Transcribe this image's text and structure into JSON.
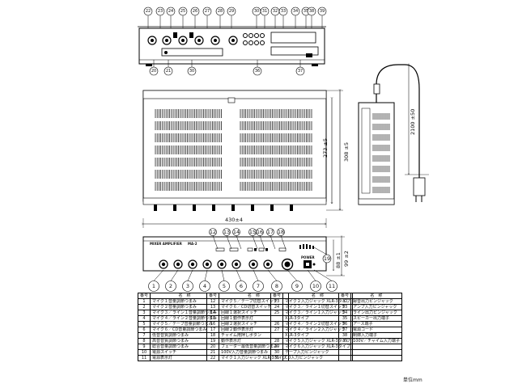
{
  "rear_callouts_top": [
    "22",
    "23",
    "24",
    "25",
    "26",
    "27",
    "28",
    "29",
    "30",
    "31",
    "32",
    "33",
    "34",
    "35",
    "38",
    "39"
  ],
  "rear_callouts_bottom": [
    "20",
    "21",
    "30",
    "36",
    "37"
  ],
  "front_callouts_top": [
    "12",
    "13",
    "14",
    "15",
    "16",
    "17",
    "18"
  ],
  "front_callouts_side": "19",
  "front_callouts_bottom": [
    "1",
    "2",
    "3",
    "4",
    "5",
    "6",
    "7",
    "8",
    "9",
    "10",
    "11"
  ],
  "brand_label": "MIXER AMPLIFIER",
  "model_label": "MA-2",
  "power_label": "POWER",
  "dimensions": {
    "width": "430±4",
    "depth_inner": "273 ±5",
    "depth_outer": "308 ±5",
    "height_inner": "88 ±1",
    "height_outer": "99 ±2",
    "cord_length": "2100 ±50"
  },
  "table_header": {
    "num": "番号",
    "name": "名　称"
  },
  "parts_table_1": [
    {
      "num": "1",
      "name": "マイク１音量調節つまみ"
    },
    {
      "num": "2",
      "name": "マイク２音量調節つまみ"
    },
    {
      "num": "3",
      "name": "マイク３／ライン１音量調節つまみ"
    },
    {
      "num": "4",
      "name": "マイク４／ライン２音量調節つまみ"
    },
    {
      "num": "5",
      "name": "マイク５／テープ音量調節つまみ"
    },
    {
      "num": "6",
      "name": "マイク６／CD音量調節つまみ"
    },
    {
      "num": "7",
      "name": "低音音質調節つまみ"
    },
    {
      "num": "8",
      "name": "高音音質調節つまみ"
    },
    {
      "num": "9",
      "name": "総合音量調節つまみ"
    },
    {
      "num": "10",
      "name": "電源スイッチ"
    },
    {
      "num": "11",
      "name": "電源表示灯"
    }
  ],
  "parts_table_2": [
    {
      "num": "12",
      "name": "マイク５／テープ切替スイッチ"
    },
    {
      "num": "13",
      "name": "マイク６／CD切替スイッチ"
    },
    {
      "num": "14",
      "name": "回線１選択スイッチ"
    },
    {
      "num": "15",
      "name": "回線１動作表示灯"
    },
    {
      "num": "16",
      "name": "回線２選択スイッチ"
    },
    {
      "num": "17",
      "name": "回線２動作表示灯"
    },
    {
      "num": "18",
      "name": "チャイム用押しボタン"
    },
    {
      "num": "19",
      "name": "動作表示灯"
    },
    {
      "num": "20",
      "name": "フェーダー最低音量調節つまみ"
    },
    {
      "num": "21",
      "name": "100V入力音量調節つまみ"
    },
    {
      "num": "22",
      "name": "マイク１入力ジャック XLR-3タイプ"
    }
  ],
  "parts_table_3": [
    {
      "num": "23",
      "name": "マイク２入力ジャック XLR-3タイプ"
    },
    {
      "num": "24",
      "name": "マイク３／ライン１切替スイッチ"
    },
    {
      "num": "25",
      "name": "マイク３／ライン１入力ジャック"
    },
    {
      "num": "",
      "name": "XLR-3タイプ"
    },
    {
      "num": "26",
      "name": "マイク４／ライン２切替スイッチ"
    },
    {
      "num": "27",
      "name": "マイク４／ライン２入力ジャック"
    },
    {
      "num": "",
      "name": "XLR-3タイプ"
    },
    {
      "num": "28",
      "name": "マイク５入力ジャック XLR-3タイプ"
    },
    {
      "num": "29",
      "name": "マイク６入力ジャック XLR-3タイプ"
    },
    {
      "num": "30",
      "name": "テープ入力ピンジャック"
    },
    {
      "num": "31",
      "name": "CD入力ピンジャック"
    }
  ],
  "parts_table_4": [
    {
      "num": "32",
      "name": "録音出力ピンジャック"
    },
    {
      "num": "33",
      "name": "アンプ入力ピンジャック"
    },
    {
      "num": "34",
      "name": "ライン出力ピンジャック"
    },
    {
      "num": "35",
      "name": "スピーカー出力端子"
    },
    {
      "num": "36",
      "name": "アース端子"
    },
    {
      "num": "37",
      "name": "電源コード"
    },
    {
      "num": "38",
      "name": "制御入力端子"
    },
    {
      "num": "39",
      "name": "100V／チャイム入力端子"
    },
    {
      "num": "",
      "name": ""
    },
    {
      "num": "",
      "name": ""
    },
    {
      "num": "",
      "name": ""
    }
  ],
  "unit_label": "単位mm"
}
